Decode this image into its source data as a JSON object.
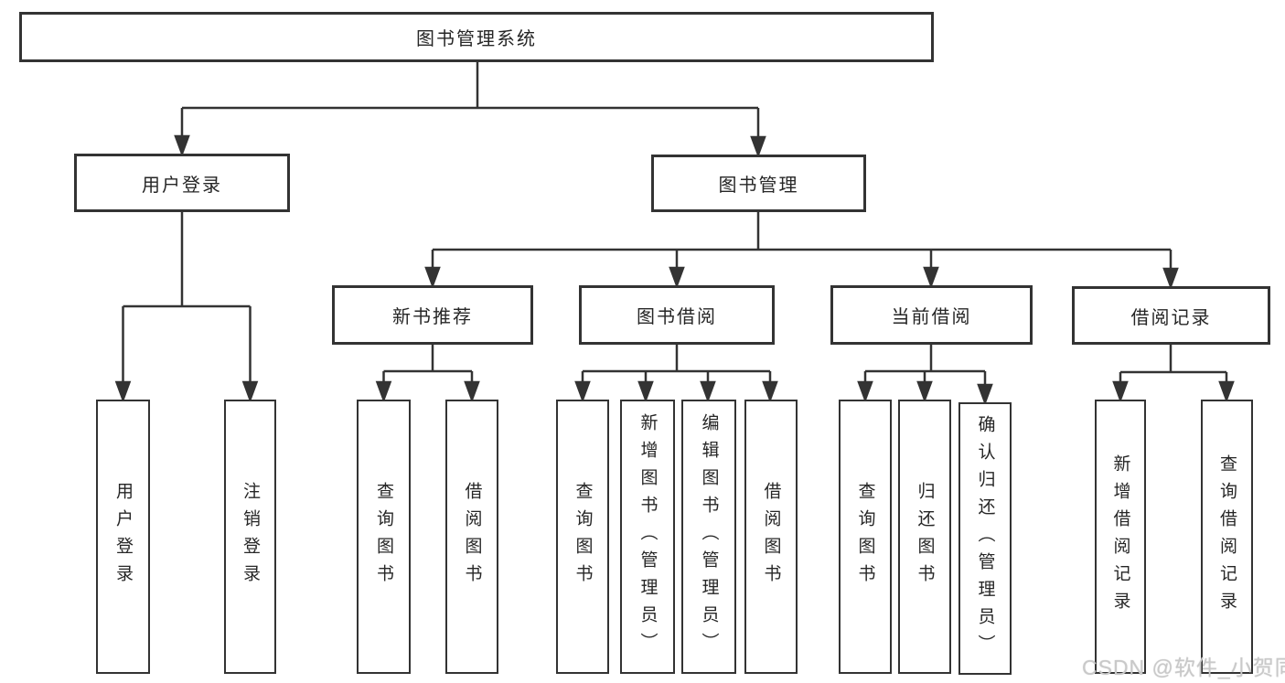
{
  "root": {
    "label": "图书管理系统"
  },
  "branches": [
    {
      "label": "用户登录",
      "children": [
        {
          "label": "用户登录"
        },
        {
          "label": "注销登录"
        }
      ]
    },
    {
      "label": "图书管理",
      "children": [
        {
          "label": "新书推荐",
          "children": [
            {
              "label": "查询图书"
            },
            {
              "label": "借阅图书"
            }
          ]
        },
        {
          "label": "图书借阅",
          "children": [
            {
              "label": "查询图书"
            },
            {
              "label": "新增图书（管理员）"
            },
            {
              "label": "编辑图书（管理员）"
            },
            {
              "label": "借阅图书"
            }
          ]
        },
        {
          "label": "当前借阅",
          "children": [
            {
              "label": "查询图书"
            },
            {
              "label": "归还图书"
            },
            {
              "label": "确认归还（管理员）"
            }
          ]
        },
        {
          "label": "借阅记录",
          "children": [
            {
              "label": "新增借阅记录"
            },
            {
              "label": "查询借阅记录"
            }
          ]
        }
      ]
    }
  ],
  "watermark": {
    "text": "CSDN @软件_小贺同学"
  },
  "colors": {
    "line": "#333333",
    "box_border": "#333333",
    "text": "#262626",
    "watermark": "#c9c9c9",
    "background": "#ffffff"
  }
}
